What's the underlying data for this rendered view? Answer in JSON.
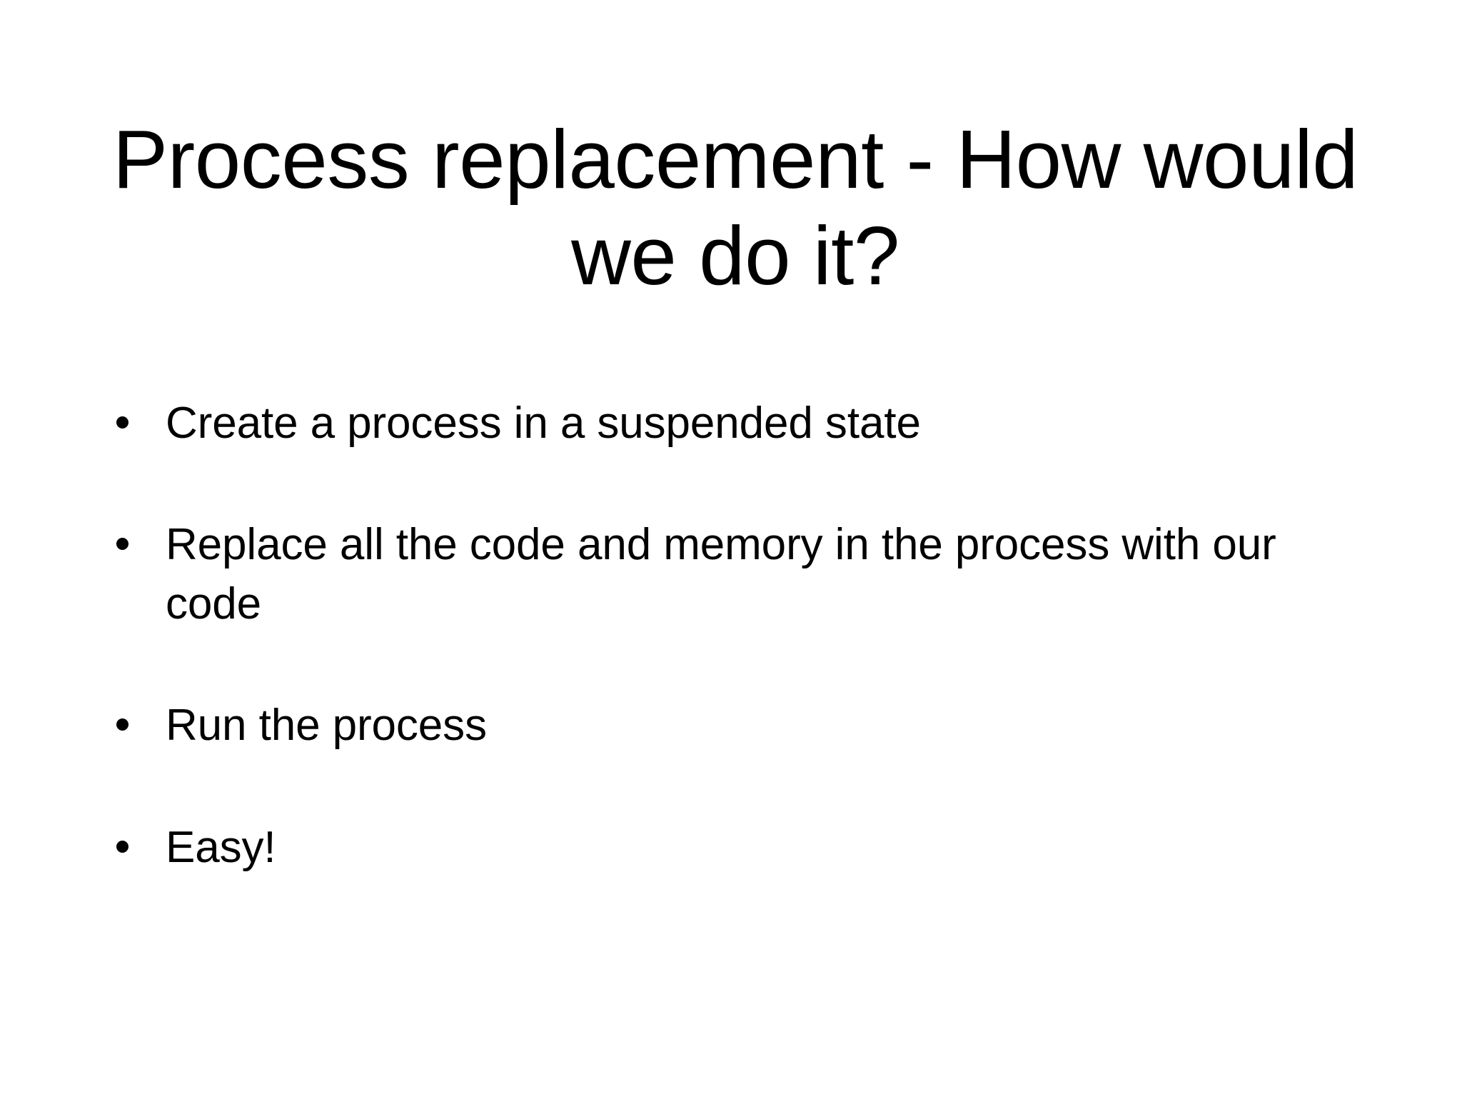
{
  "slide": {
    "background_color": "#ffffff",
    "text_color": "#000000",
    "title": "Process replacement - How would we do it?",
    "title_lines": [
      "Process replacement - How",
      "would we do it?"
    ],
    "bullets": [
      {
        "text": "Create a process in a suspended state",
        "marker": "bullet-dot"
      },
      {
        "text": "Replace all the code and memory in the process with our code",
        "marker": "bullet-dot"
      },
      {
        "text": "Run the process",
        "marker": "bullet-dot"
      },
      {
        "text": "Easy!",
        "marker": "bullet-dot"
      }
    ]
  }
}
